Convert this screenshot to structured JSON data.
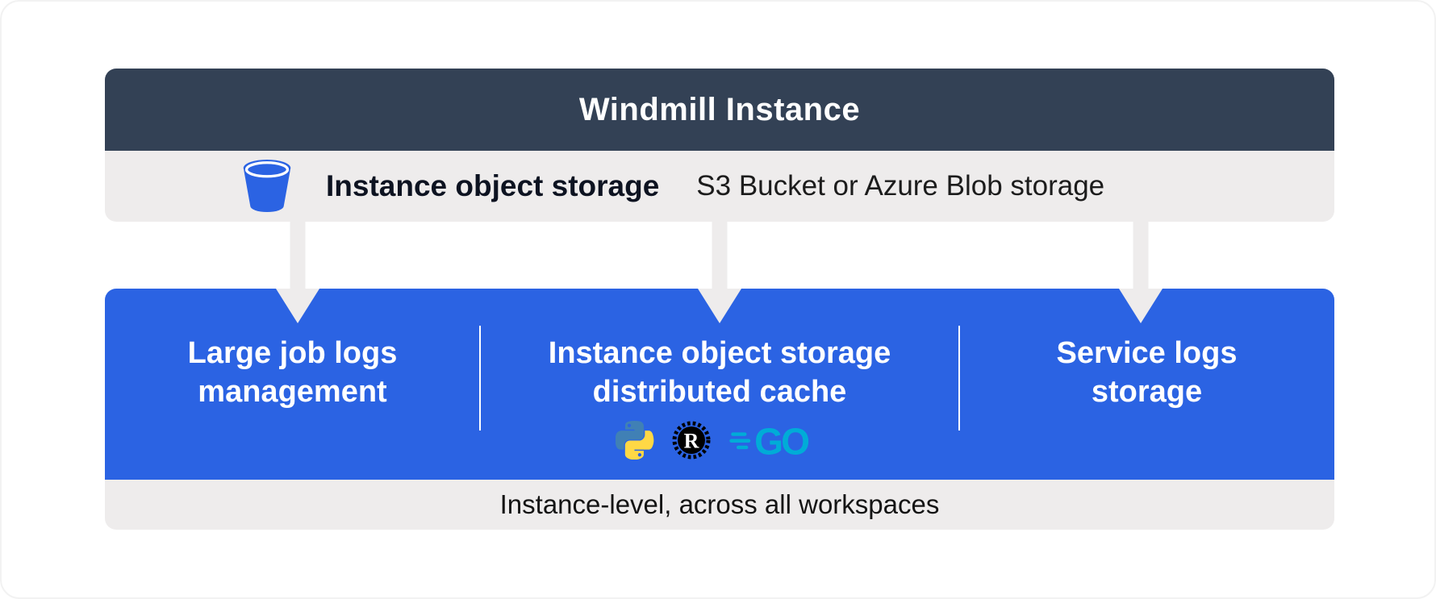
{
  "header": {
    "title": "Windmill Instance"
  },
  "storage_row": {
    "icon": "bucket-icon",
    "label": "Instance object storage",
    "sublabel": "S3 Bucket or Azure Blob storage"
  },
  "panel": {
    "sections": [
      {
        "line1": "Large job logs",
        "line2": "management"
      },
      {
        "line1": "Instance object storage",
        "line2": "distributed cache",
        "languages": [
          "python",
          "rust",
          "go"
        ],
        "rust_letter": "R",
        "go_text": "GO"
      },
      {
        "line1": "Service logs",
        "line2": "storage"
      }
    ],
    "footer": "Instance-level, across all workspaces"
  },
  "colors": {
    "header_bg": "#334155",
    "panel_blue": "#2b63e3",
    "light_gray": "#eeecec",
    "bucket_blue": "#2b63e3",
    "python_blue": "#4080b5",
    "python_yellow": "#ffd845",
    "rust_black": "#000000",
    "go_teal": "#00acd7"
  }
}
